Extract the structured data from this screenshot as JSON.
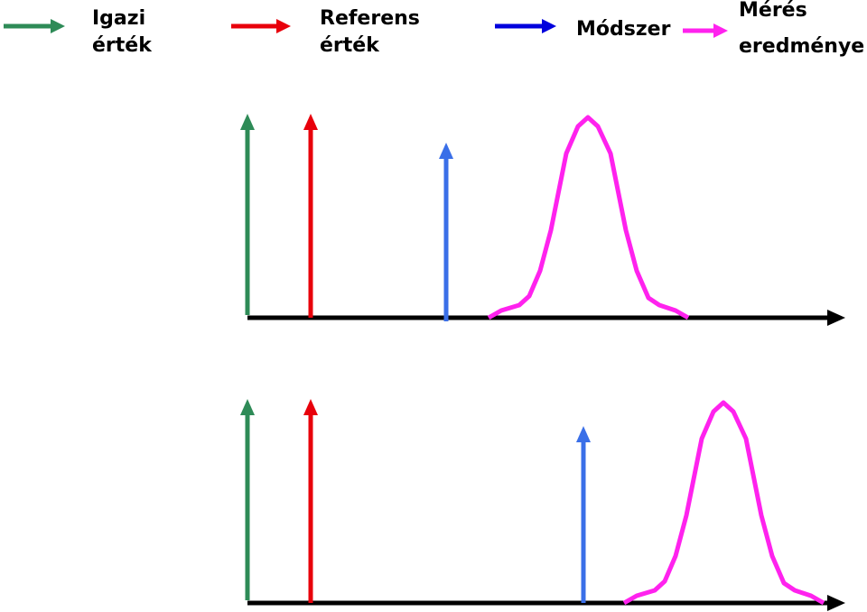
{
  "legend": {
    "true_value": {
      "line1": "Igazi",
      "line2": "érték",
      "color": "#2E8B57"
    },
    "reference_value": {
      "line1": "Referens",
      "line2": "érték",
      "color": "#E8000B"
    },
    "method": {
      "line1": "Módszer",
      "color": "#0000DD"
    },
    "measurement": {
      "line1": "Mérés",
      "line2": "eredménye",
      "color": "#FF22EE"
    }
  },
  "colors": {
    "true_arrow": "#2E8B57",
    "reference_arrow": "#E8000B",
    "method_arrow": "#3A6FE8",
    "measurement_curve": "#FF22EE",
    "axis": "#000000"
  }
}
